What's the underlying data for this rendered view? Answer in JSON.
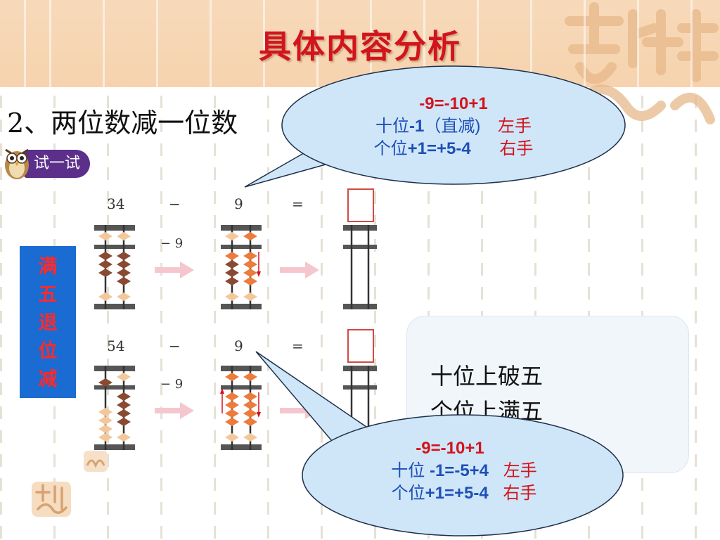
{
  "title": "具体内容分析",
  "subtitle": "2、两位数减一位数",
  "try_badge": "试一试",
  "side_label": [
    "满",
    "五",
    "退",
    "位",
    "减"
  ],
  "problems": [
    {
      "minuend": "34",
      "op": "−",
      "subtrahend": "9",
      "eq": "=",
      "step": "− 9"
    },
    {
      "minuend": "54",
      "op": "−",
      "subtrahend": "9",
      "eq": "=",
      "step": "− 9"
    }
  ],
  "notes": [
    "十位上破五",
    "个位上满五"
  ],
  "bubble_top": {
    "line1": "-9=-10+1",
    "line2_a": "十位",
    "line2_b": "-1",
    "line2_c": "（直减)",
    "line2_hand": "左手",
    "line3_a": "个位",
    "line3_b": "+1=+5-4",
    "line3_hand": "右手"
  },
  "bubble_bottom": {
    "line1": "-9=-10+1",
    "line2_a": "十位",
    "line2_b": "-1=-5+4",
    "line2_hand": "左手",
    "line3_a": "个位",
    "line3_b": "+1=+5-4",
    "line3_hand": "右手"
  },
  "colors": {
    "title": "#d2141c",
    "header_band": "#f6d3ae",
    "side_label_bg": "#1a6bd2",
    "side_label_text": "#ff2a2a",
    "bubble_fill": "#cfe6f8",
    "bubble_red": "#d2141c",
    "bubble_blue": "#1d4fb8",
    "bead_dark": "#8a4a32",
    "bead_light": "#f3c79a",
    "bead_orange": "#ec7b3c",
    "arrow_pink": "#f6c6cf"
  },
  "icons": [
    "owl-icon",
    "pink-arrow-icon",
    "red-down-arrow-icon",
    "auspicious-stamp-icon"
  ]
}
